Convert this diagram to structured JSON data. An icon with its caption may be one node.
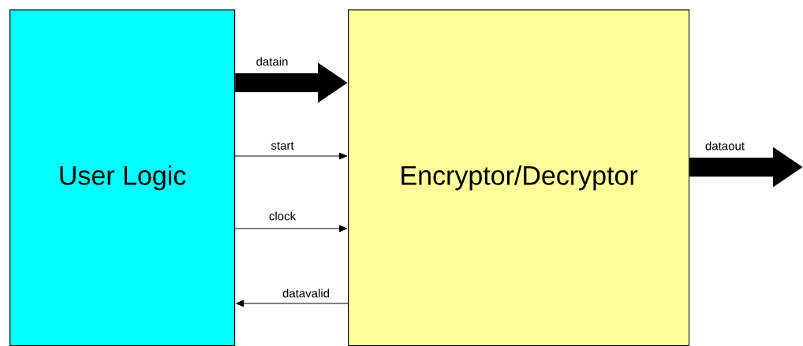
{
  "diagram": {
    "nodes": [
      {
        "text": [
          "User Logic"
        ]
      },
      {
        "text": [
          "Encryptor/Decryptor"
        ]
      }
    ],
    "edges": [
      {
        "from": 0,
        "to": 1,
        "arrow": "to",
        "label": "datain",
        "style": "thick"
      },
      {
        "from": 0,
        "to": 1,
        "arrow": "to",
        "label": "start"
      },
      {
        "from": 0,
        "to": 1,
        "arrow": "to",
        "label": "clock"
      },
      {
        "from": 1,
        "to": 0,
        "arrow": "to",
        "label": "datavalid"
      },
      {
        "from": 1,
        "to": null,
        "arrow": "to",
        "label": "dataout",
        "style": "thick"
      }
    ]
  }
}
